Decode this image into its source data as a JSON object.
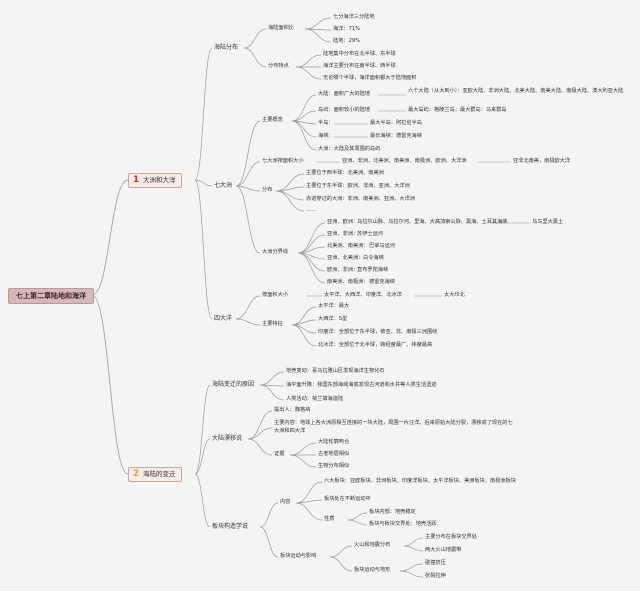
{
  "root": "七上第二章陆地和海洋",
  "chapter1": {
    "num": "1",
    "title": "大洲和大洋",
    "ocean_land": {
      "label": "海陆分布",
      "area": {
        "label": "海陆面积比",
        "items": [
          "七分海洋三分陆地",
          "海洋：71%",
          "陆地：29%"
        ]
      },
      "features": {
        "label": "分布特点",
        "items": [
          "陆地集中分布在北半球、东半球",
          "海洋主要分布在南半球、西半球",
          "无论哪个半球，海洋面积都大于陆地面积"
        ]
      }
    },
    "continents": {
      "label": "七大洲",
      "concepts": {
        "label": "主要概念",
        "items": [
          {
            "k": "大陆：面积广大的陆地",
            "v": "六个大陆（从大到小）：亚欧大陆、非洲大陆、北美大陆、南美大陆、南极大陆、澳大利亚大陆"
          },
          {
            "k": "岛屿：面积较小的陆地",
            "v": "最大岛屿：格陵兰岛，最大群岛：马来群岛"
          },
          {
            "k": "半岛：",
            "v": "最大半岛：阿拉伯半岛"
          },
          {
            "k": "海峡：",
            "v": "最长海峡：德雷克海峡"
          },
          {
            "k": "大洲：大陆及其周围的岛屿",
            "v": ""
          }
        ]
      },
      "by_area": {
        "label": "七大洲按面积大小",
        "value": "亚洲、非洲、北美洲、南美洲、南极洲、欧洲、大洋洲",
        "mnemonic": "亚非北南美，南极欧大洋"
      },
      "distribution": {
        "label": "分布",
        "items": [
          "主要位于西半球：北美洲、南美洲",
          "主要位于东半球：欧洲、非洲、亚洲、大洋洲",
          "赤道穿过的大洲：非洲、南美洲、亚洲、大洋洲",
          "……"
        ]
      },
      "boundaries": {
        "label": "大洲分界线",
        "items": [
          {
            "pair": "亚洲、欧洲：",
            "line": "乌拉尔山脉、乌拉尔河、里海、大高加索山脉、黑海、土耳其海峡",
            "mnemonic": "乌鸟里大黑土"
          },
          {
            "pair": "亚洲、非洲：",
            "line": "苏伊士运河",
            "mnemonic": ""
          },
          {
            "pair": "北美洲、南美洲：",
            "line": "巴拿马运河",
            "mnemonic": ""
          },
          {
            "pair": "亚洲、北美洲：",
            "line": "白令海峡",
            "mnemonic": ""
          },
          {
            "pair": "欧洲、非洲：",
            "line": "直布罗陀海峡",
            "mnemonic": ""
          },
          {
            "pair": "南美洲、南极洲：",
            "line": "德雷克海峡",
            "mnemonic": ""
          }
        ]
      }
    },
    "oceans": {
      "label": "四大洋",
      "by_area": {
        "label": "按面积大小",
        "value": "太平洋、大西洋、印度洋、北冰洋",
        "mnemonic": "太大印北"
      },
      "features": {
        "label": "主要特征",
        "items": [
          "太平洋：最大",
          "大西洋：S型",
          "印度洋：全部位于东半球，被亚、非、南极三洲围绕",
          "北冰洋：全部位于北半球，跨经度最广、纬度最高"
        ]
      }
    }
  },
  "chapter2": {
    "num": "2",
    "title": "海陆的变迁",
    "causes": {
      "label": "海陆变迁的原因",
      "items": [
        "地壳变动：喜马拉雅山区发现海洋生物化石",
        "海平面升降：我国东部海域海底发现古河道和水井等人类生活遗迹",
        "人类活动：荷兰填海造陆"
      ]
    },
    "drift": {
      "label": "大陆漂移说",
      "proposer": "提出人：魏格纳",
      "content": "主要内容：地球上各大洲原相互连接的一块大陆，周围一片汪洋。后来原始大陆分裂，漂移成了现在的七大洲和四大洋",
      "evidence": {
        "label": "证据",
        "items": [
          "大陆轮廓吻合",
          "古老地层相似",
          "生物分布相似"
        ]
      }
    },
    "plates": {
      "label": "板块构造学说",
      "content": {
        "label": "内容",
        "six": "六大板块：亚欧板块、非洲板块、印度洋板块、太平洋板块、美洲板块、南极洲板块",
        "moving": "板块处在不断运动中",
        "nature": {
          "label": "性质",
          "items": [
            "板块内部：地壳稳定",
            "板块与板块交界处：地壳活跃"
          ]
        }
      },
      "effects": {
        "label": "板块运动与影响",
        "volcano": {
          "label": "火山和地震分布",
          "items": [
            "主要分布在板块交界处",
            "两大火山地震带"
          ]
        },
        "landform": {
          "label": "板块运动与地形",
          "items": [
            "碰撞挤压",
            "张裂拉伸"
          ]
        }
      }
    }
  }
}
